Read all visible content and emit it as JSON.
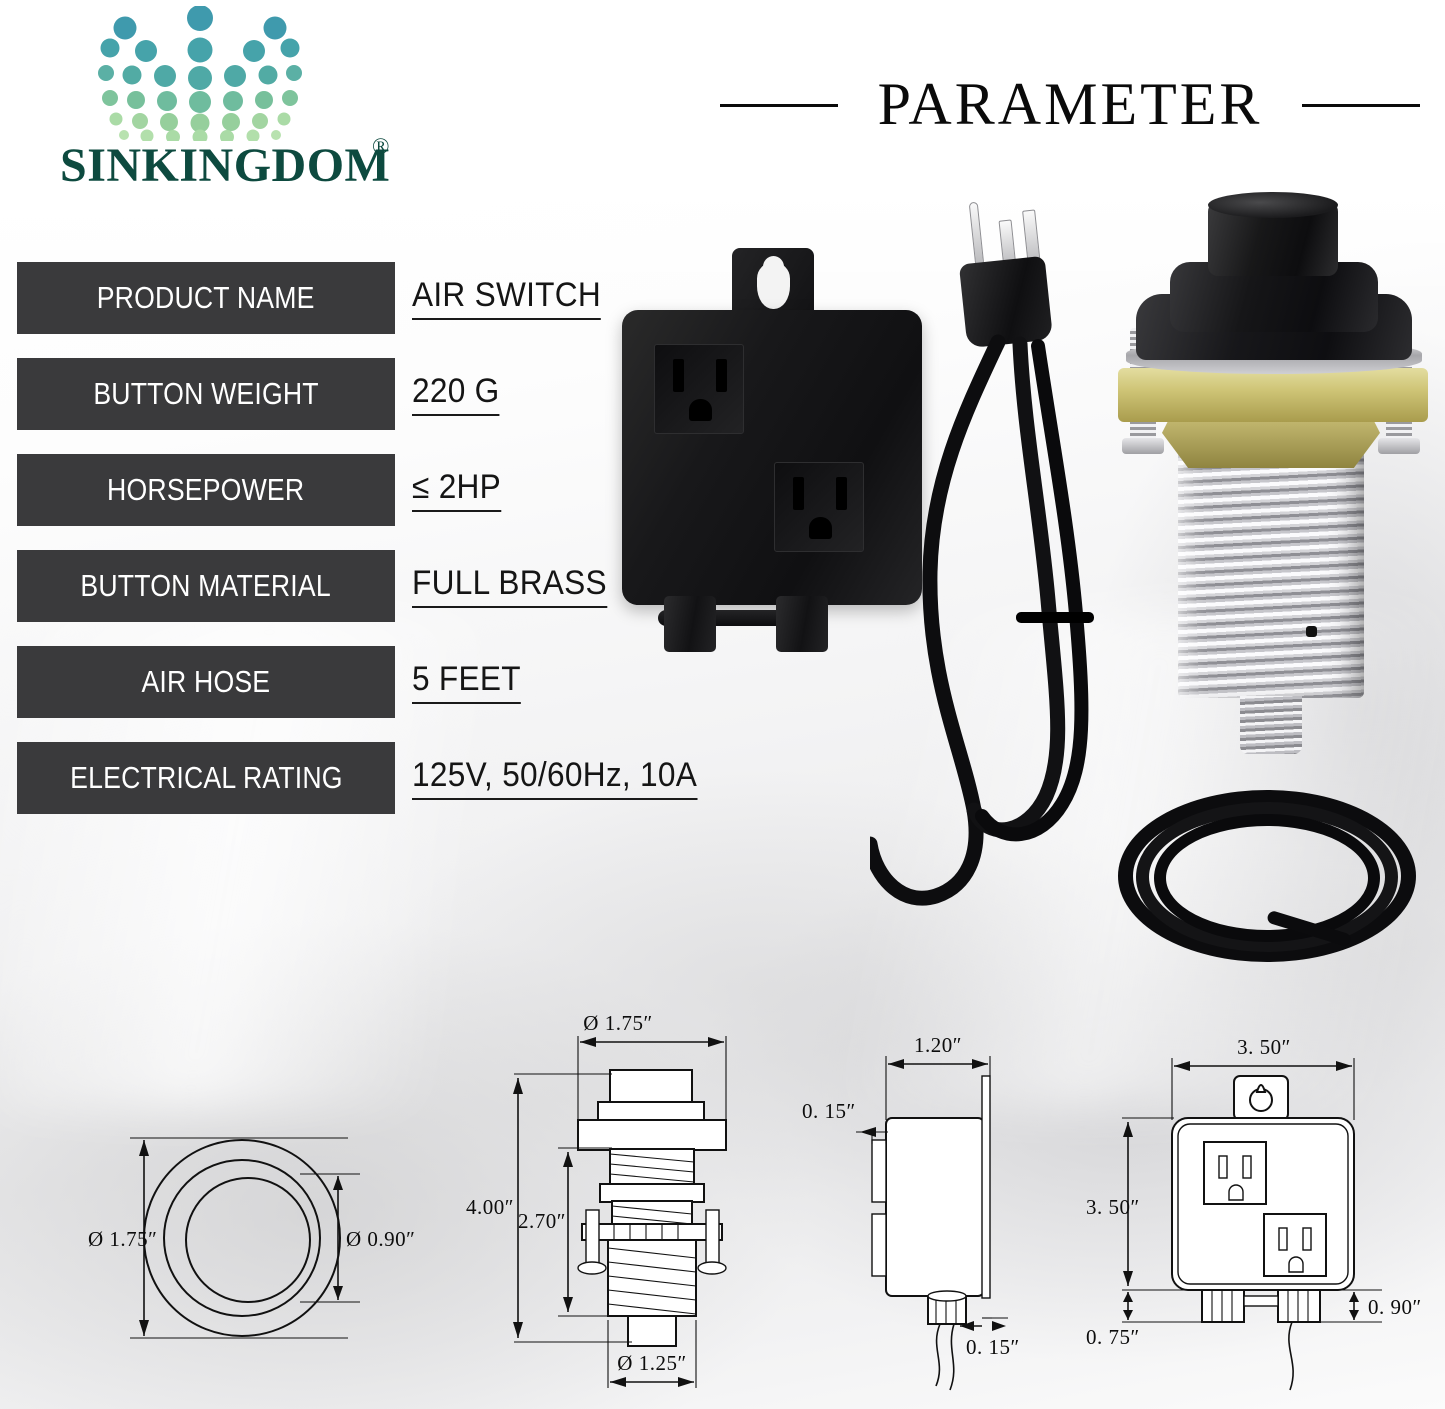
{
  "brand": {
    "wordmark": "SINKINGDOM",
    "registered_mark": "®",
    "logo_icon": "crown-dots-logo",
    "wordmark_color": "#0d4a3f",
    "dot_colors": [
      "#3f9aad",
      "#46a3aa",
      "#5bb0a5",
      "#77c09b",
      "#96cf9c",
      "#aadba6"
    ]
  },
  "header": {
    "title": "PARAMETER"
  },
  "spec_table": {
    "label_bg_color": "#3a3a3c",
    "label_text_color": "#ffffff",
    "value_text_color": "#151515",
    "rows": [
      {
        "label": "PRODUCT NAME",
        "value": "AIR SWITCH"
      },
      {
        "label": "BUTTON WEIGHT",
        "value": "220 G"
      },
      {
        "label": "HORSEPOWER",
        "value": "≤ 2HP"
      },
      {
        "label": "BUTTON MATERIAL",
        "value": "FULL BRASS"
      },
      {
        "label": "AIR HOSE",
        "value": "5 FEET"
      },
      {
        "label": "ELECTRICAL RATING",
        "value": "125V, 50/60Hz, 10A"
      }
    ]
  },
  "product_photo": {
    "items": [
      {
        "name": "outlet-box",
        "description": "black dual-outlet control box with keyhole hanger tab"
      },
      {
        "name": "power-cord-plug",
        "description": "black power cord with 3-prong NEMA 5-15P plug"
      },
      {
        "name": "air-switch-button",
        "description": "black push button with chrome threaded brass body"
      },
      {
        "name": "air-hose-coil",
        "description": "coiled black air hose"
      }
    ]
  },
  "drawings": {
    "button_top_view": {
      "name": "button-top-view",
      "outer_diameter": "Ø 1.75″",
      "inner_diameter": "Ø 0.90″"
    },
    "button_side_view": {
      "name": "button-side-view",
      "cap_diameter": "Ø 1.75″",
      "total_height": "4.00″",
      "thread_length": "2.70″",
      "thread_diameter": "Ø 1.25″"
    },
    "box_side_view": {
      "name": "outlet-box-side-view",
      "depth": "1.20″",
      "top_flange": "0. 15″",
      "bottom_flange": "0. 15″"
    },
    "box_front_view": {
      "name": "outlet-box-front-view",
      "width": "3. 50″",
      "height": "3. 50″",
      "gland_height_left": "0. 75″",
      "gland_height_right": "0. 90″"
    }
  }
}
